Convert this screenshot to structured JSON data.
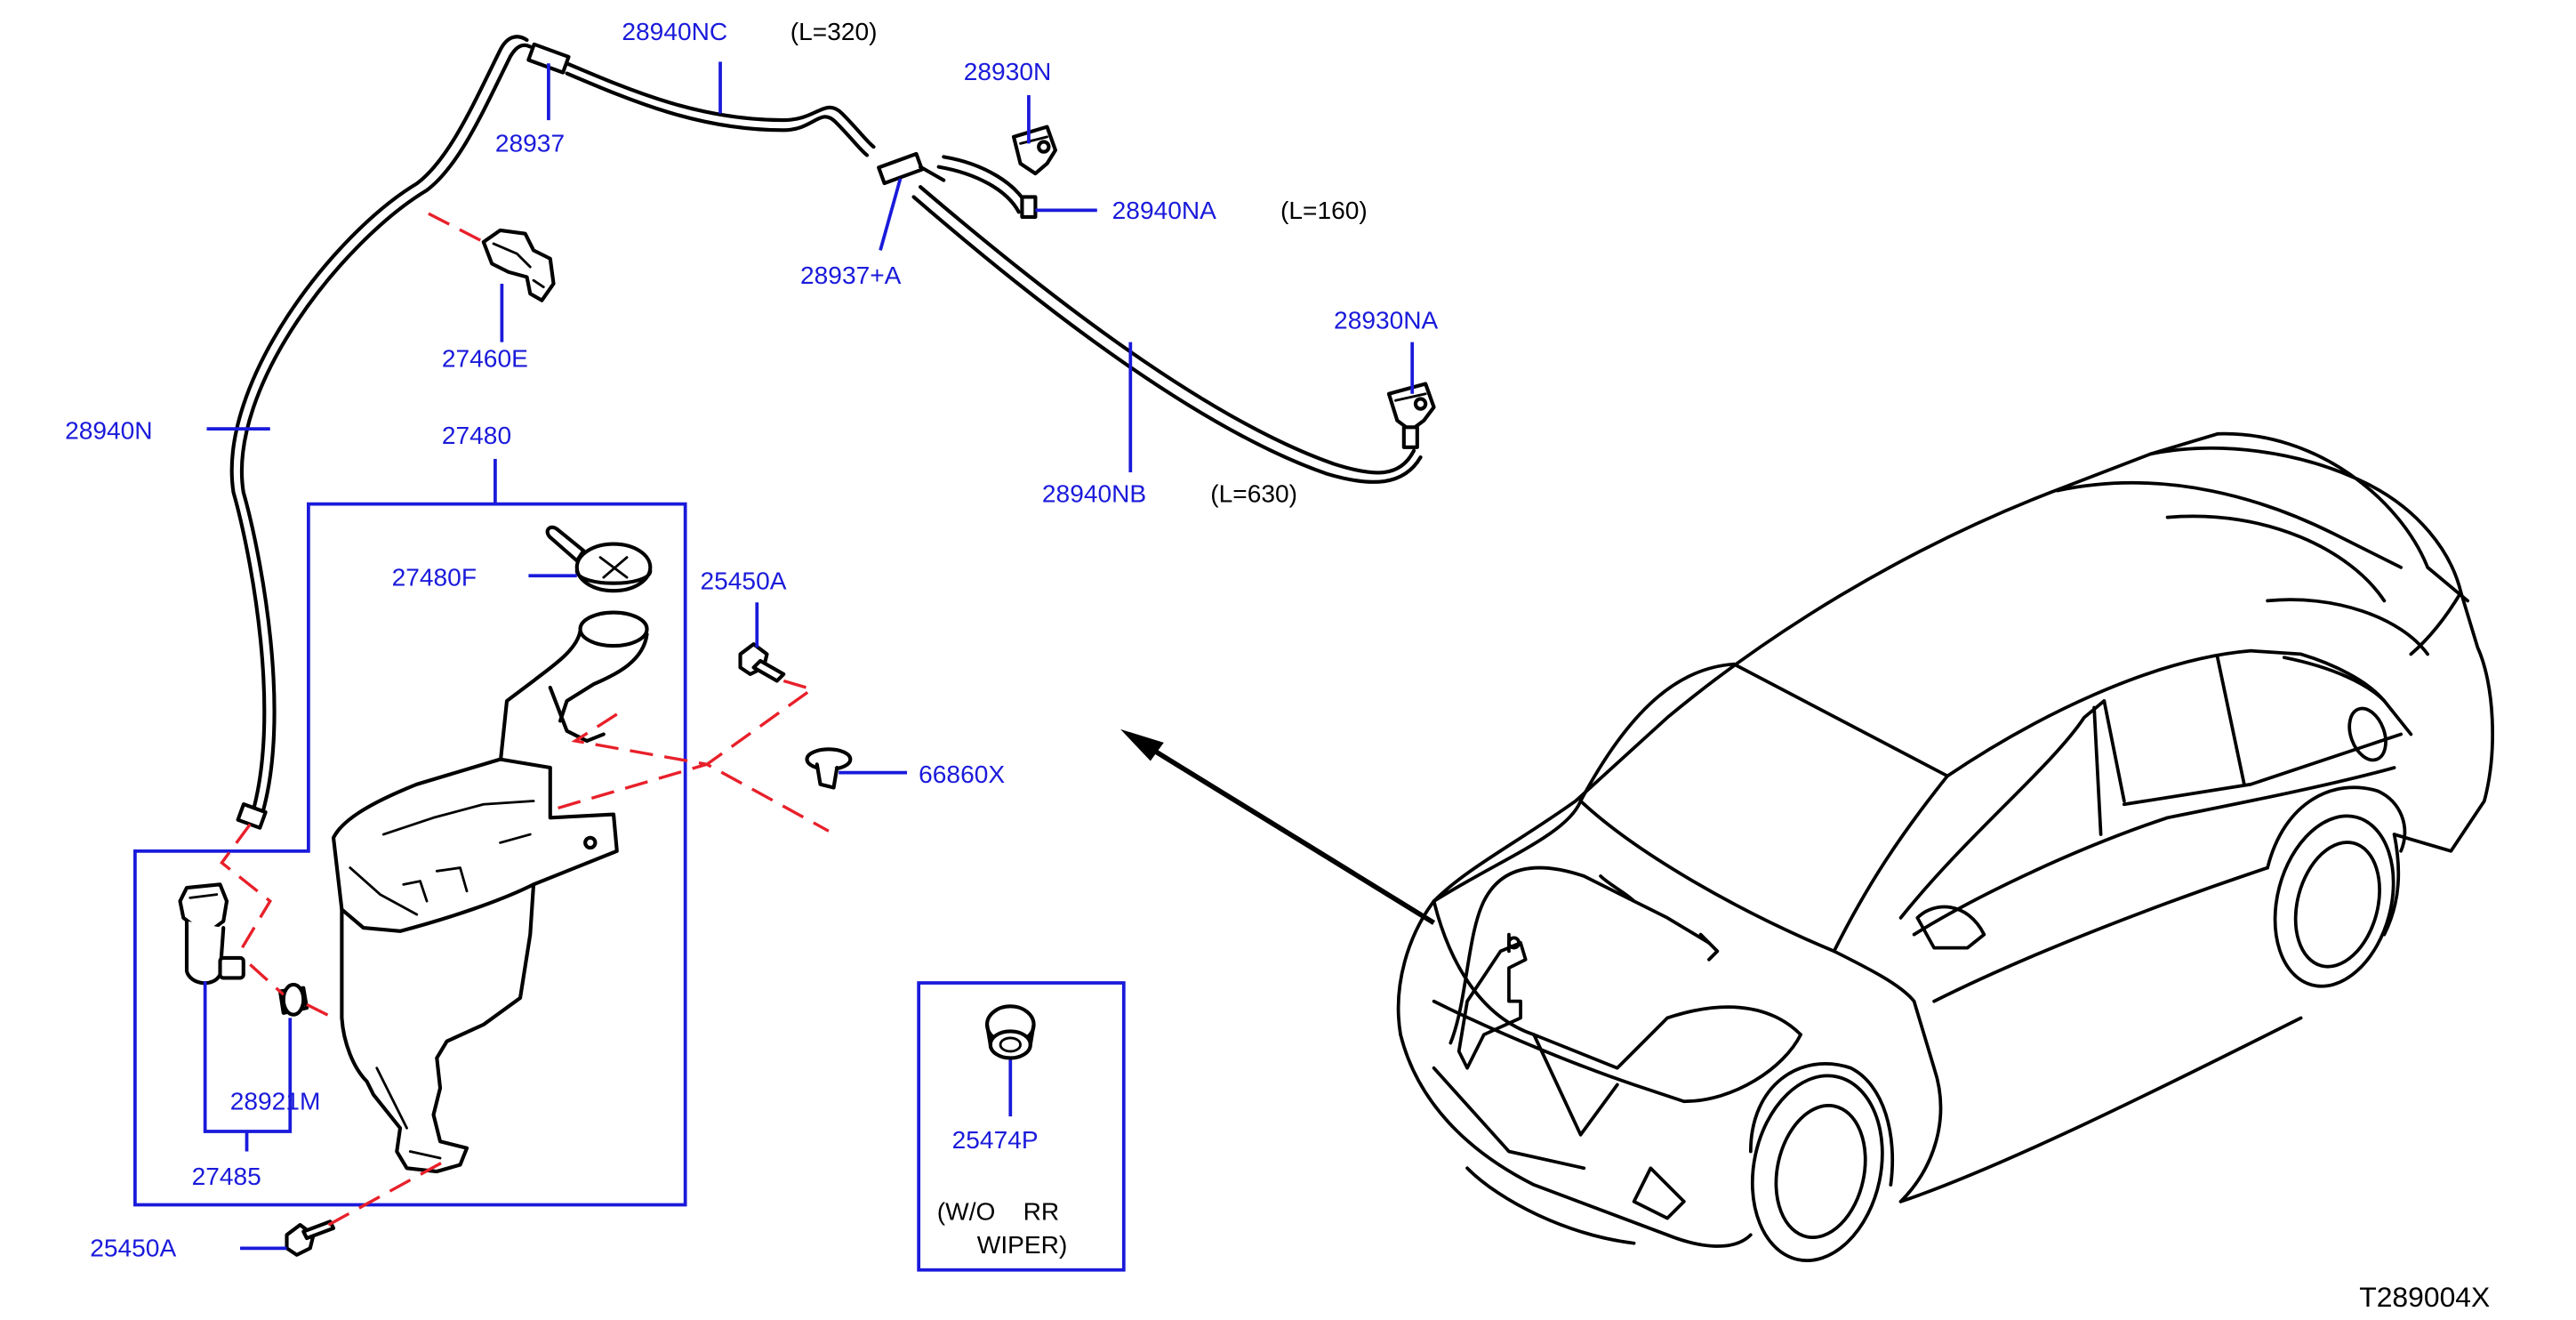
{
  "diagram": {
    "code": "T289004X",
    "parts": {
      "hose_nc": "28940NC",
      "hose_nc_len": "(L=320)",
      "connector": "28937",
      "nozzle_n": "28930N",
      "connector_a": "28937+A",
      "hose_na": "28940NA",
      "hose_na_len": "(L=160)",
      "clip": "27460E",
      "nozzle_na": "28930NA",
      "hose_n": "28940N",
      "tank_assy": "27480",
      "hose_nb": "28940NB",
      "hose_nb_len": "(L=630)",
      "cap": "27480F",
      "bolt_upper": "25450A",
      "clip_66860": "66860X",
      "grommet_pump": "28921M",
      "pump": "27485",
      "bolt_lower": "25450A",
      "grommet_rr": "25474P",
      "note_line1": "(W/O    RR",
      "note_line2": "WIPER)"
    },
    "colors": {
      "label": "#1a1adb",
      "dashed_leader": "#e8202a",
      "linework": "#000000"
    }
  }
}
